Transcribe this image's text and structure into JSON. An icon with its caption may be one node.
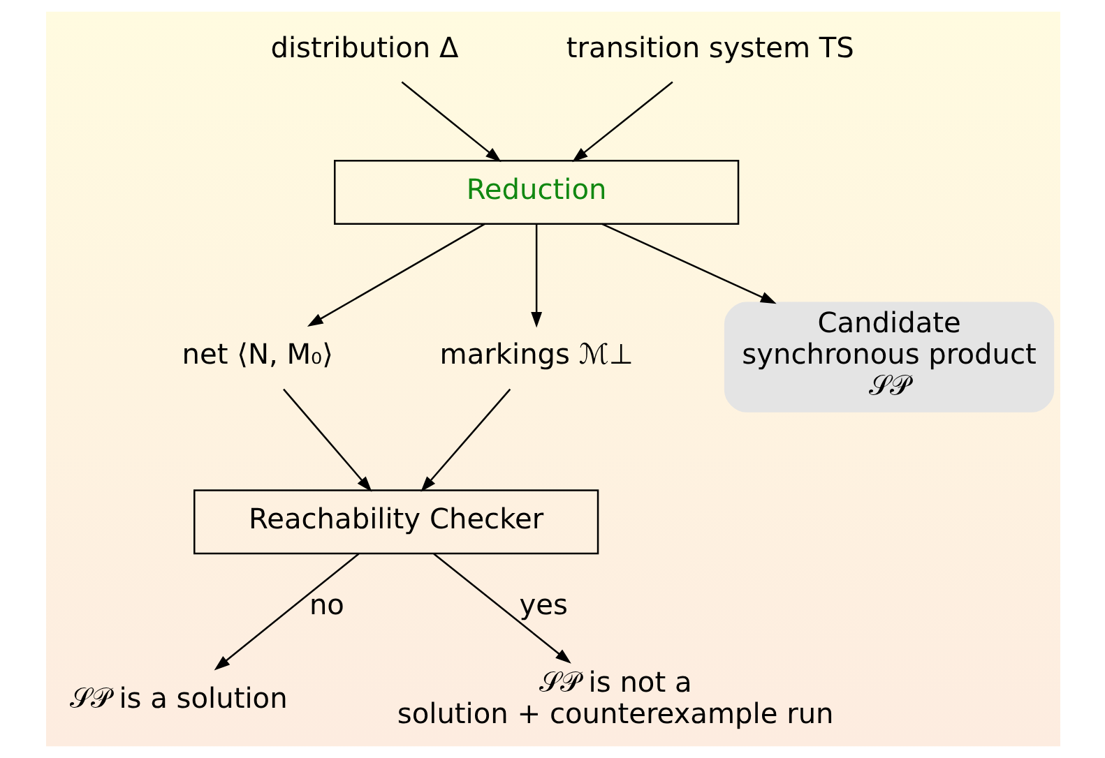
{
  "diagram": {
    "nodes": [
      {
        "text": [
          "distribution Δ"
        ]
      },
      {
        "text": [
          "transition system TS"
        ]
      },
      {
        "text": [
          "Reduction"
        ]
      },
      {
        "text": [
          "net ⟨N, M₀⟩"
        ]
      },
      {
        "text": [
          "markings ℳ⊥"
        ]
      },
      {
        "text": [
          "Candidate synchronous product 𝒮𝒫"
        ]
      },
      {
        "text": [
          "Reachability Checker"
        ]
      },
      {
        "text": [
          "𝒮𝒫 is a solution"
        ]
      },
      {
        "text": [
          "𝒮𝒫 is not a solution + counterexample run"
        ]
      }
    ],
    "edges": [
      {
        "from": 0,
        "to": 2,
        "arrow": "to"
      },
      {
        "from": 1,
        "to": 2,
        "arrow": "to"
      },
      {
        "from": 2,
        "to": 3,
        "arrow": "to"
      },
      {
        "from": 2,
        "to": 4,
        "arrow": "to"
      },
      {
        "from": 2,
        "to": 5,
        "arrow": "to"
      },
      {
        "from": 3,
        "to": 6,
        "arrow": "to"
      },
      {
        "from": 4,
        "to": 6,
        "arrow": "to"
      },
      {
        "from": 6,
        "to": 7,
        "label": "no",
        "arrow": "to"
      },
      {
        "from": 6,
        "to": 8,
        "label": "yes",
        "arrow": "to"
      }
    ]
  }
}
